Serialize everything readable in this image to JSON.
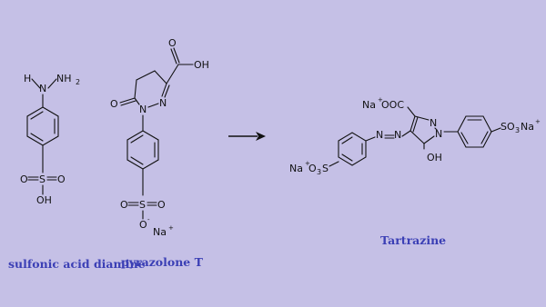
{
  "labels": {
    "compound1": "sulfonic acid diamine",
    "compound2": "pyrazolone T",
    "product": "Tartrazine"
  },
  "atoms": {
    "H": "H",
    "N": "N",
    "NH": "NH",
    "two": "2",
    "S": "S",
    "O": "O",
    "OH": "OH",
    "H_": "H",
    "minus": "-",
    "Na": "Na",
    "plus": "+",
    "OOC": "OOC",
    "SO": "SO",
    "three": "3",
    "O3S": "O",
    "three_b": "3",
    "S_b": "S"
  },
  "colors": {
    "background": "#c5c0e6",
    "caption": "#3b3fb5",
    "ink": "#111111"
  },
  "arrow": "reaction-arrow"
}
